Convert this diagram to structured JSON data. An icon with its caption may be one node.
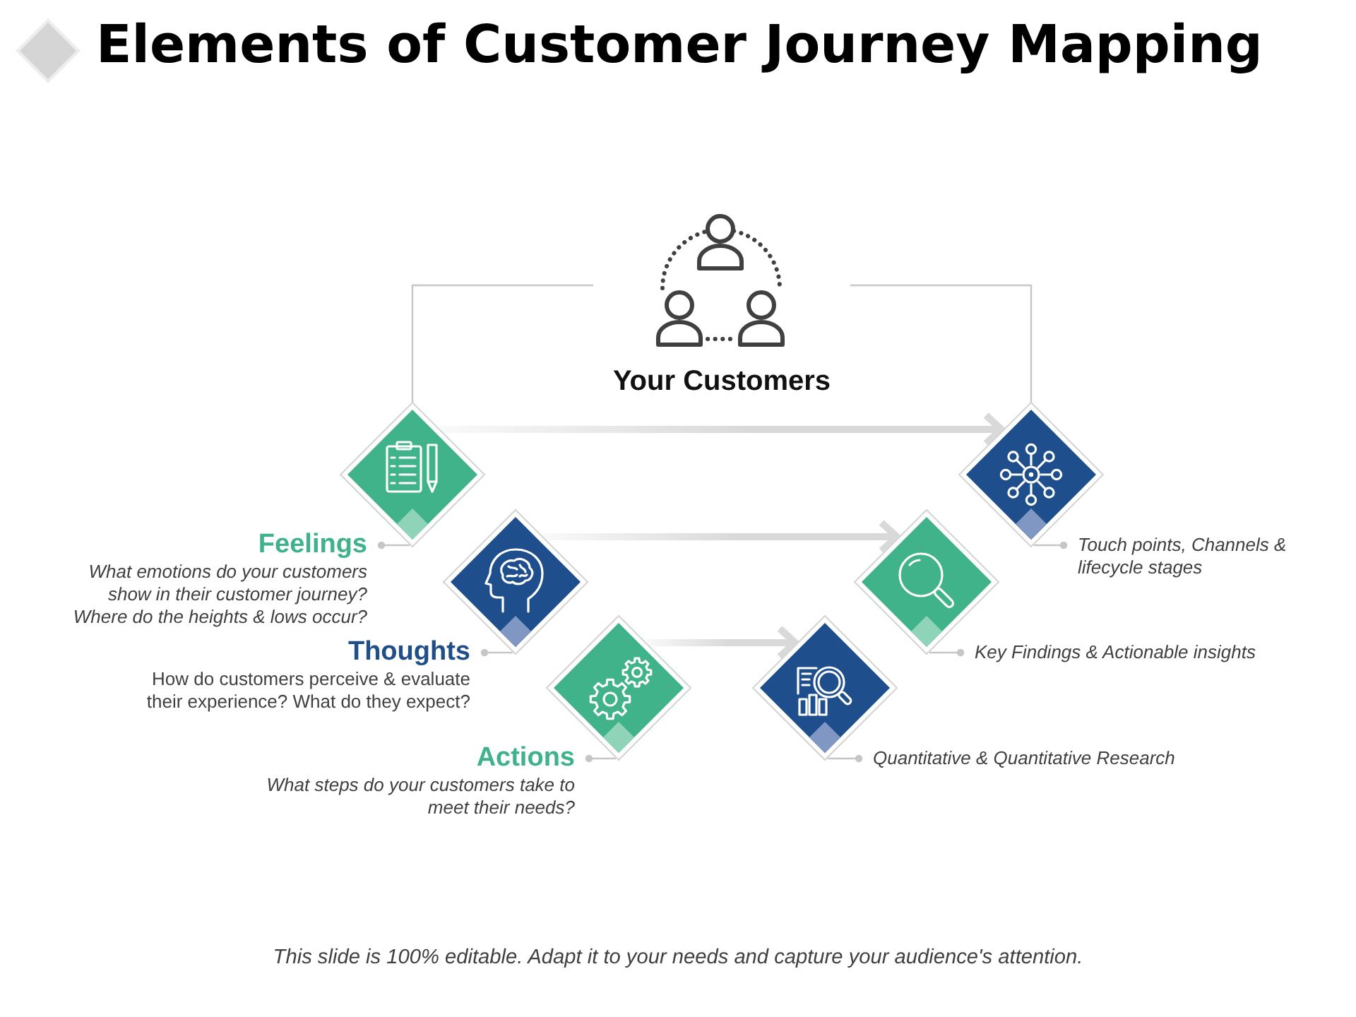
{
  "diagram": {
    "title": "Elements of Customer Journey Mapping",
    "caption": "This slide is 100% editable. Adapt it to your needs and capture your audience's attention.",
    "nodes": [
      {
        "text": [
          "Your Customers"
        ]
      },
      {
        "text": [],
        "shape": "diamond"
      },
      {
        "text": [],
        "shape": "diamond"
      },
      {
        "text": [],
        "shape": "diamond"
      },
      {
        "text": [],
        "shape": "diamond"
      },
      {
        "text": [],
        "shape": "diamond"
      },
      {
        "text": [],
        "shape": "diamond"
      },
      {
        "text": [
          "Feelings",
          "What emotions do your customers show in their customer journey? Where do the heights & lows occur?"
        ]
      },
      {
        "text": [
          "Thoughts",
          "How do customers perceive & evaluate their experience? What do they expect?"
        ]
      },
      {
        "text": [
          "Actions",
          "What steps do your customers take to meet their needs?"
        ]
      },
      {
        "text": [
          "Touch points, Channels & lifecycle stages"
        ]
      },
      {
        "text": [
          "Key Findings & Actionable insights"
        ]
      },
      {
        "text": [
          "Quantitative & Quantitative Research"
        ]
      }
    ],
    "edges": [
      {
        "from": 0,
        "to": 1,
        "arrow": "none"
      },
      {
        "from": 0,
        "to": 6,
        "arrow": "none"
      },
      {
        "from": 1,
        "to": 6,
        "arrow": "to",
        "style": "thick",
        "color": "#d9d9d9"
      },
      {
        "from": 2,
        "to": 5,
        "arrow": "to",
        "style": "thick",
        "color": "#d9d9d9"
      },
      {
        "from": 3,
        "to": 4,
        "arrow": "to",
        "style": "thick",
        "color": "#d9d9d9"
      },
      {
        "from": 7,
        "to": 1,
        "arrow": "other"
      },
      {
        "from": 8,
        "to": 2,
        "arrow": "other"
      },
      {
        "from": 9,
        "to": 3,
        "arrow": "other"
      },
      {
        "from": 10,
        "to": 6,
        "arrow": "other"
      },
      {
        "from": 11,
        "to": 5,
        "arrow": "other"
      },
      {
        "from": 12,
        "to": 4,
        "arrow": "other"
      }
    ]
  }
}
